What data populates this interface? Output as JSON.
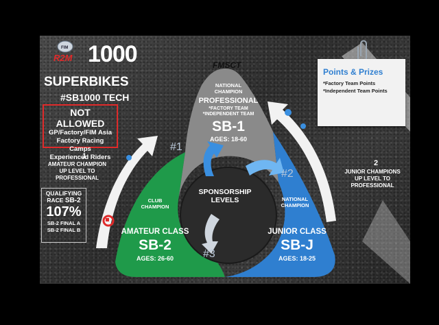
{
  "logo": {
    "brand": "R2M",
    "badge": "FIM",
    "number": "1000",
    "series": "SUPERBIKES",
    "tag": "#SB1000 TECH"
  },
  "not_allowed": {
    "title": "NOT ALLOWED",
    "lines": [
      "GP/Factory/FIM Asia",
      "Factory Racing Camps",
      "Experienced Riders"
    ]
  },
  "amateur_promotion": {
    "number": "1",
    "lines": [
      "AMATEUR CHAMPION",
      "UP LEVEL TO",
      "PROFESSIONAL"
    ]
  },
  "qualifying": {
    "title_prefix": "QUALIFYING",
    "race_label": "RACE",
    "race_code": "SB-2",
    "percent": "107%",
    "lines": [
      "SB-2 FINAL A",
      "SB-2 FINAL B"
    ]
  },
  "fmsct": "FMSCT",
  "professional": {
    "category": [
      "NATIONAL",
      "CHAMPION"
    ],
    "title": "PROFESSIONAL",
    "sub": [
      "*FACTORY TEAM",
      "*INDEPENDENT TEAM"
    ],
    "code": "SB-1",
    "ages": "AGES: 18-60"
  },
  "step_numbers": [
    "#1",
    "#2",
    "#3"
  ],
  "sponsorship": [
    "SPONSORSHIP",
    "LEVELS"
  ],
  "amateur": {
    "category": [
      "CLUB",
      "CHAMPION"
    ],
    "title": "AMATEUR CLASS",
    "code": "SB-2",
    "ages": "AGES: 26-60"
  },
  "junior": {
    "category": [
      "NATIONAL",
      "CHAMPION"
    ],
    "title": "JUNIOR CLASS",
    "code": "SB-J",
    "ages": "AGES: 18-25"
  },
  "points": {
    "title": "Points & Prizes",
    "lines": [
      "*Factory Team Points",
      "*Independent Team Points"
    ]
  },
  "junior_promotion": {
    "number": "2",
    "lines": [
      "JUNIOR CHAMPIONS",
      "UP LEVEL TO",
      "PROFESSIONAL"
    ]
  },
  "colors": {
    "professional": "#8a8a8a",
    "amateur": "#1f9a4a",
    "junior": "#2f7fd0",
    "accent_red": "#e02a2a",
    "points_title": "#2f7fd0"
  },
  "icons": [
    "fim-badge-icon",
    "paperclip-icon",
    "curved-arrow-icon",
    "helmet-icon"
  ]
}
